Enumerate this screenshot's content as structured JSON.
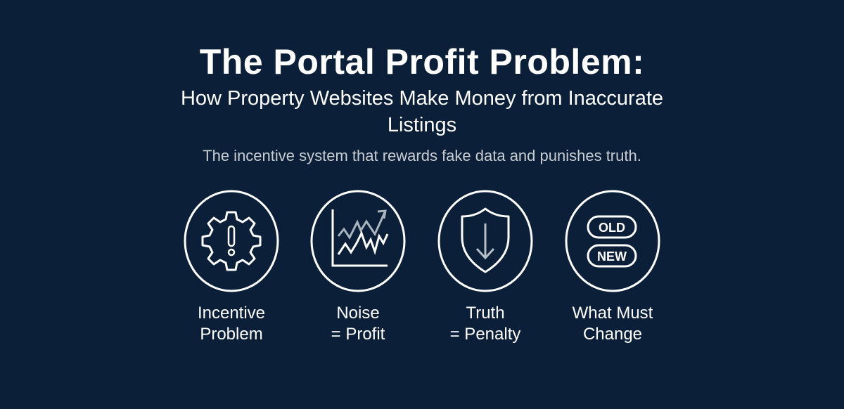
{
  "header": {
    "title": "The Portal Profit Problem:",
    "subtitle": "How Property Websites Make Money from Inaccurate Listings",
    "tagline": "The incentive system that rewards fake data and punishes truth."
  },
  "colors": {
    "background": "#0b2038",
    "text": "#ffffff",
    "tagline_text": "#c9cdd3",
    "icon_stroke": "#ffffff",
    "icon_secondary": "#a9b4be"
  },
  "features": [
    {
      "icon": "gear-warning-icon",
      "line1": "Incentive",
      "line2": "Problem"
    },
    {
      "icon": "noisy-chart-icon",
      "line1": "Noise",
      "line2": "= Profit"
    },
    {
      "icon": "shield-down-arrow-icon",
      "line1": "Truth",
      "line2": "= Penalty"
    },
    {
      "icon": "old-new-toggle-icon",
      "line1": "What Must",
      "line2": "Change",
      "badge_old": "OLD",
      "badge_new": "NEW"
    }
  ]
}
